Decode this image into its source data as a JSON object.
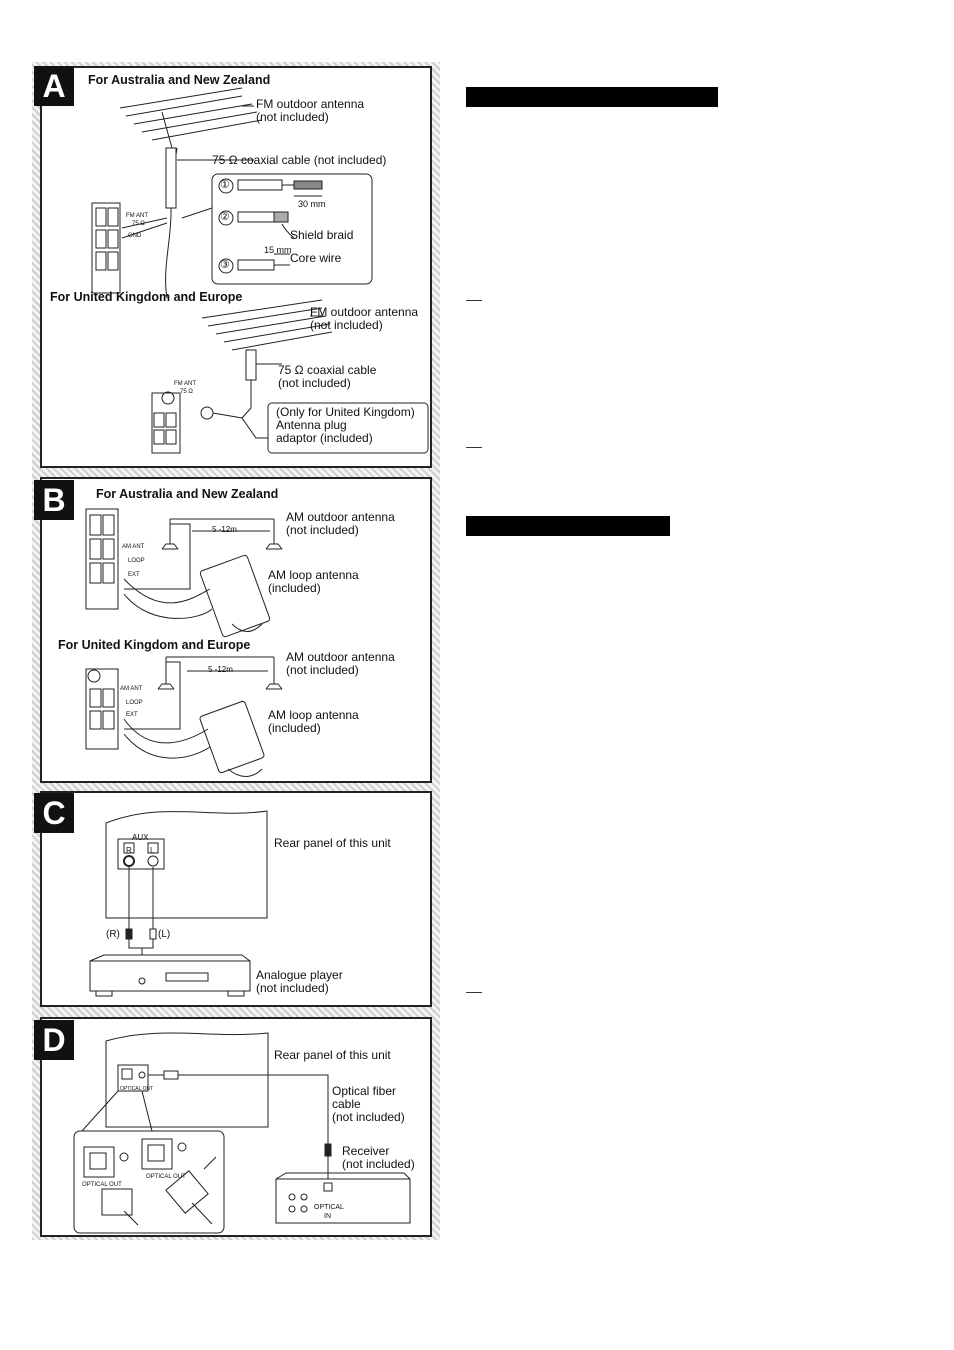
{
  "panelA": {
    "badge": "A",
    "heading_au": "For Australia and New Zealand",
    "fm_antenna": "FM outdoor antenna",
    "not_included": "(not included)",
    "coax_au": "75 Ω coaxial cable (not included)",
    "step1": "①",
    "step2": "②",
    "step3": "③",
    "len30": "30 mm",
    "shield": "Shield braid",
    "len15": "15 mm",
    "core": "Core wire",
    "fm_ant_jack": "FM ANT",
    "ohm75": "75 Ω",
    "gnd": "GND",
    "heading_uk": "For United Kingdom and Europe",
    "fm_antenna_uk": "FM outdoor antenna",
    "not_included_uk": "(not included)",
    "coax_uk": "75 Ω coaxial cable",
    "coax_uk_ni": "(not included)",
    "uk_only": "(Only for United Kingdom)",
    "plug1": "Antenna plug",
    "plug2": "adaptor (included)"
  },
  "panelB": {
    "badge": "B",
    "heading_au": "For Australia and New Zealand",
    "am_out": "AM outdoor antenna",
    "am_out_ni": "(not included)",
    "dist": "5 -12m",
    "am_loop": "AM loop antenna",
    "am_loop_inc": "(included)",
    "am_ant": "AM ANT",
    "loop": "LOOP",
    "ext": "EXT",
    "heading_uk": "For United Kingdom and Europe",
    "am_out_uk": "AM outdoor antenna",
    "am_out_uk_ni": "(not included)",
    "dist_uk": "5 -12m",
    "am_loop_uk": "AM loop antenna",
    "am_loop_uk_inc": "(included)"
  },
  "panelC": {
    "badge": "C",
    "aux": "AUX",
    "r": "R",
    "l": "L",
    "rear": "Rear panel of this unit",
    "plug_r": "(R)",
    "plug_l": "(L)",
    "player": "Analogue player",
    "player_ni": "(not included)"
  },
  "panelD": {
    "badge": "D",
    "rear": "Rear panel of this unit",
    "optical_out": "OPTICAL OUT",
    "fiber1": "Optical fiber",
    "fiber2": "cable",
    "fiber3": "(not included)",
    "receiver": "Receiver",
    "receiver_ni": "(not included)",
    "optical_in1": "OPTICAL",
    "optical_in2": "IN"
  }
}
